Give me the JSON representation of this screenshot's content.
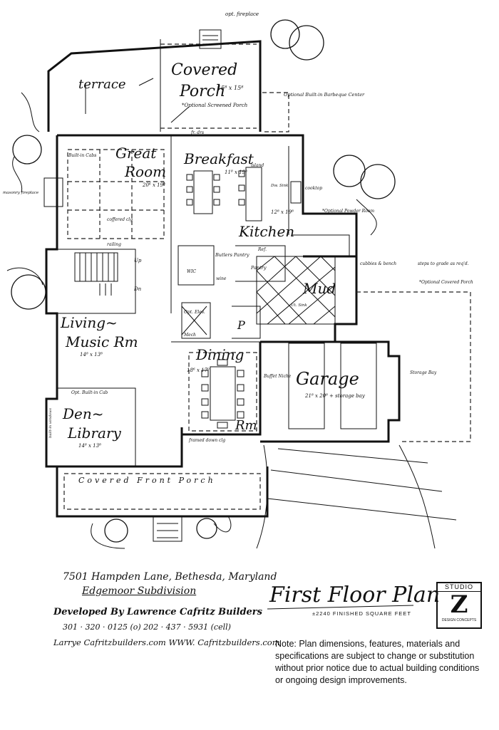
{
  "plan": {
    "rooms": [
      {
        "name": "Covered Porch",
        "dims": "15⁸ x 15⁸",
        "note": "*Optional Screened Porch"
      },
      {
        "name": "terrace"
      },
      {
        "name": "Great Room",
        "dims": "20⁶ x 19⁸"
      },
      {
        "name": "Breakfast",
        "dims": "11⁸ x 19⁸"
      },
      {
        "name": "Kitchen",
        "dims": "12⁸ x 19⁸"
      },
      {
        "name": "Mud"
      },
      {
        "name": "Living~ Music Rm",
        "dims": "14⁸ x 13⁸"
      },
      {
        "name": "Dining Rm",
        "dims": "18⁶ x 17⁰"
      },
      {
        "name": "Garage",
        "dims": "21⁸ x 20⁸ + storage bay"
      },
      {
        "name": "Den~ Library",
        "dims": "14⁸ x 13⁸"
      },
      {
        "name": "Covered Front Porch"
      }
    ],
    "annotations": [
      "opt. fireplace",
      "Optional Built-in Barbeque Center",
      "fr. drs",
      "Built-in Cabs",
      "coffered clg",
      "masonry fireplace",
      "railing",
      "Up",
      "Dn",
      "WIC",
      "Butlers Pantry",
      "wine",
      "Pantry",
      "Ref.",
      "island",
      "Dw. Sink",
      "cooktop",
      "*Optional Powder Room",
      "cubbies & bench",
      "steps to grade as req'd.",
      "*Optional Covered Porch",
      "Ut. Sink",
      "Opt. Elev.",
      "Opt. Built-in Cab",
      "Buffet Niche",
      "Storage Bay",
      "framed down clg",
      "built-in windows",
      "P",
      "Mech"
    ]
  },
  "address": {
    "line1": "7501 Hampden Lane, Bethesda, Maryland",
    "line2": "Edgemoor Subdivision",
    "developer": "Developed By Lawrence Cafritz Builders",
    "phones": "301 · 320 · 0125 (o)   202 · 437 · 5931 (cell)",
    "web": "Larrye Cafritzbuilders.com   WWW. Cafritzbuilders.com"
  },
  "title": {
    "main": "First Floor Plan",
    "sub": "±2240 FINISHED SQUARE FEET"
  },
  "logo": {
    "top": "STUDIO",
    "letter": "Z",
    "bottom": "DESIGN CONCEPTS"
  },
  "note": "Note: Plan dimensions, features, materials and specifications are subject to change or substitution without prior notice due to actual building conditions or ongoing design improvements."
}
